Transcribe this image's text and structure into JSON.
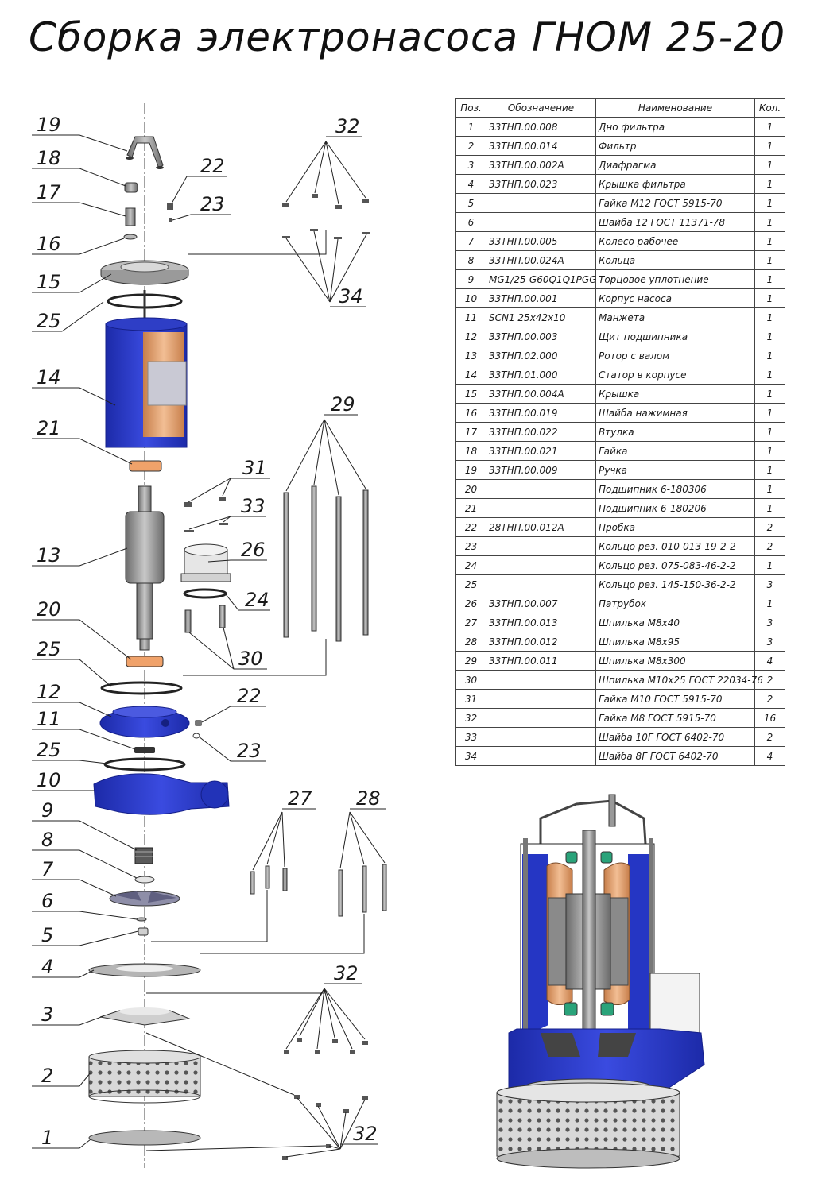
{
  "title": "Сборка электронасоса ГНОМ 25-20",
  "table": {
    "headers": {
      "pos": "Поз.",
      "designation": "Обозначение",
      "name": "Наименование",
      "qty": "Кол."
    },
    "rows": [
      {
        "pos": "1",
        "des": "33ТНП.00.008",
        "name": "Дно фильтра",
        "qty": "1"
      },
      {
        "pos": "2",
        "des": "33ТНП.00.014",
        "name": "Фильтр",
        "qty": "1"
      },
      {
        "pos": "3",
        "des": "33ТНП.00.002А",
        "name": "Диафрагма",
        "qty": "1"
      },
      {
        "pos": "4",
        "des": "33ТНП.00.023",
        "name": "Крышка фильтра",
        "qty": "1"
      },
      {
        "pos": "5",
        "des": "",
        "name": "Гайка М12 ГОСТ 5915-70",
        "qty": "1"
      },
      {
        "pos": "6",
        "des": "",
        "name": "Шайба 12 ГОСТ 11371-78",
        "qty": "1"
      },
      {
        "pos": "7",
        "des": "33ТНП.00.005",
        "name": "Колесо рабочее",
        "qty": "1"
      },
      {
        "pos": "8",
        "des": "33ТНП.00.024А",
        "name": "Кольца",
        "qty": "1"
      },
      {
        "pos": "9",
        "des": "MG1/25-G60Q1Q1PGG",
        "name": "Торцовое уплотнение",
        "qty": "1"
      },
      {
        "pos": "10",
        "des": "33ТНП.00.001",
        "name": "Корпус насоса",
        "qty": "1"
      },
      {
        "pos": "11",
        "des": "SCN1 25x42x10",
        "name": "Манжета",
        "qty": "1"
      },
      {
        "pos": "12",
        "des": "33ТНП.00.003",
        "name": "Щит подшипника",
        "qty": "1"
      },
      {
        "pos": "13",
        "des": "33ТНП.02.000",
        "name": "Ротор с валом",
        "qty": "1"
      },
      {
        "pos": "14",
        "des": "33ТНП.01.000",
        "name": "Статор в корпусе",
        "qty": "1"
      },
      {
        "pos": "15",
        "des": "33ТНП.00.004А",
        "name": "Крышка",
        "qty": "1"
      },
      {
        "pos": "16",
        "des": "33ТНП.00.019",
        "name": "Шайба нажимная",
        "qty": "1"
      },
      {
        "pos": "17",
        "des": "33ТНП.00.022",
        "name": "Втулка",
        "qty": "1"
      },
      {
        "pos": "18",
        "des": "33ТНП.00.021",
        "name": "Гайка",
        "qty": "1"
      },
      {
        "pos": "19",
        "des": "33ТНП.00.009",
        "name": "Ручка",
        "qty": "1"
      },
      {
        "pos": "20",
        "des": "",
        "name": "Подшипник 6-180306",
        "qty": "1"
      },
      {
        "pos": "21",
        "des": "",
        "name": "Подшипник 6-180206",
        "qty": "1"
      },
      {
        "pos": "22",
        "des": "28ТНП.00.012А",
        "name": "Пробка",
        "qty": "2"
      },
      {
        "pos": "23",
        "des": "",
        "name": "Кольцо рез. 010-013-19-2-2",
        "qty": "2"
      },
      {
        "pos": "24",
        "des": "",
        "name": "Кольцо рез. 075-083-46-2-2",
        "qty": "1"
      },
      {
        "pos": "25",
        "des": "",
        "name": "Кольцо рез. 145-150-36-2-2",
        "qty": "3"
      },
      {
        "pos": "26",
        "des": "33ТНП.00.007",
        "name": "Патрубок",
        "qty": "1"
      },
      {
        "pos": "27",
        "des": "33ТНП.00.013",
        "name": "Шпилька М8х40",
        "qty": "3"
      },
      {
        "pos": "28",
        "des": "33ТНП.00.012",
        "name": "Шпилька М8х95",
        "qty": "3"
      },
      {
        "pos": "29",
        "des": "33ТНП.00.011",
        "name": "Шпилька М8х300",
        "qty": "4"
      },
      {
        "pos": "30",
        "des": "",
        "name": "Шпилька М10х25 ГОСТ 22034-76",
        "qty": "2"
      },
      {
        "pos": "31",
        "des": "",
        "name": "Гайка М10 ГОСТ 5915-70",
        "qty": "2"
      },
      {
        "pos": "32",
        "des": "",
        "name": "Гайка М8 ГОСТ 5915-70",
        "qty": "16"
      },
      {
        "pos": "33",
        "des": "",
        "name": "Шайба 10Г ГОСТ 6402-70",
        "qty": "2"
      },
      {
        "pos": "34",
        "des": "",
        "name": "Шайба 8Г ГОСТ 6402-70",
        "qty": "4"
      }
    ]
  },
  "callouts": {
    "c1": "1",
    "c2": "2",
    "c3": "3",
    "c4": "4",
    "c5": "5",
    "c6": "6",
    "c7": "7",
    "c8": "8",
    "c9": "9",
    "c10": "10",
    "c11": "11",
    "c12": "12",
    "c13": "13",
    "c14": "14",
    "c15": "15",
    "c16": "16",
    "c17": "17",
    "c18": "18",
    "c19": "19",
    "c20": "20",
    "c21": "21",
    "c22": "22",
    "c23": "23",
    "c24": "24",
    "c25": "25",
    "c26": "26",
    "c27": "27",
    "c28": "28",
    "c29": "29",
    "c30": "30",
    "c31": "31",
    "c32": "32",
    "c33": "33",
    "c34": "34"
  },
  "colors": {
    "blue": "#2f3fc4",
    "copper": "#e5a676",
    "steel": "#8e8e8e",
    "line": "#222222"
  }
}
